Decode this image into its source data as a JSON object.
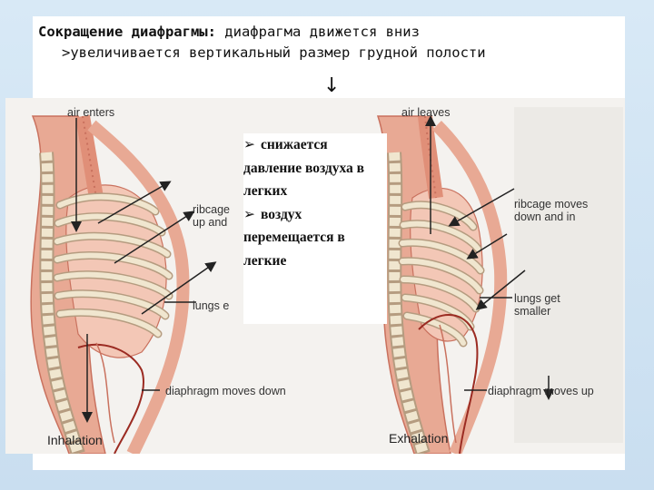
{
  "title": {
    "bold": "Сокращение диафрагмы:",
    "rest": " диафрагма  движется вниз",
    "line2": ">увеличивается вертикальный размер грудной полости"
  },
  "arrow": "↓",
  "callout": {
    "bullet1": "снижается давление воздуха в легких",
    "bullet2": "воздух перемещается в легкие"
  },
  "diagram": {
    "left": {
      "air_label": "air enters",
      "ribcage_label_1": "ribcage",
      "ribcage_label_2": "up and",
      "lungs_label": "lungs e",
      "diaphragm_label": "diaphragm moves down",
      "caption": "Inhalation"
    },
    "right": {
      "air_label": "air leaves",
      "ribcage_label_1": "ribcage moves",
      "ribcage_label_2": "down and in",
      "lungs_label_1": "lungs get",
      "lungs_label_2": "smaller",
      "diaphragm_label": "diaphragm moves up",
      "caption": "Exhalation"
    }
  },
  "colors": {
    "tissue": "#e8a994",
    "tissue_dark": "#c9715e",
    "bone": "#f0e6cf",
    "bone_outline": "#b59c80",
    "lung_fill": "#f3c7b6",
    "arrow": "#222222"
  }
}
